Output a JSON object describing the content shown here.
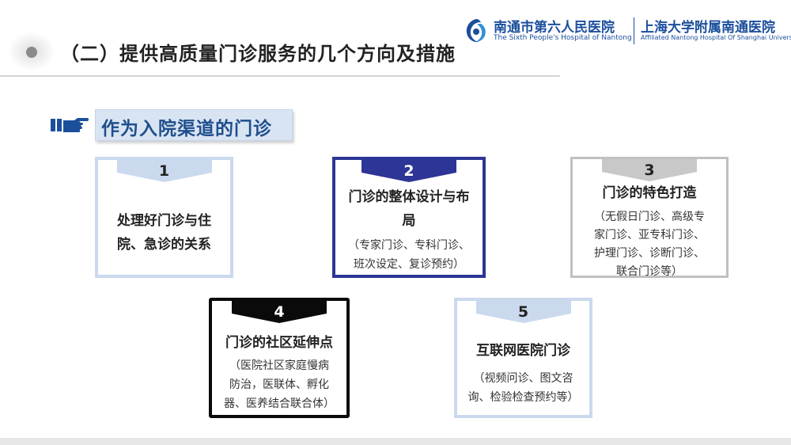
{
  "header": {
    "title": "（二）提供高质量门诊服务的几个方向及措施"
  },
  "logo": {
    "hospital_cn": "南通市第六人民医院",
    "hospital_en": "The Sixth People's Hospital of Nantong",
    "affiliate_cn": "上海大学附属南通医院",
    "affiliate_en": "Affiliated Nantong Hospital Of Shanghai University",
    "brand_color": "#1b4f9c"
  },
  "section": {
    "title": "作为入院渠道的门诊",
    "icon": "pointing-hand-icon"
  },
  "cards": [
    {
      "number": "1",
      "heading_lines": [
        "处理好门诊与住",
        "院、急诊的关系"
      ],
      "desc_lines": []
    },
    {
      "number": "2",
      "heading_lines": [
        "门诊的整体设计与布",
        "局"
      ],
      "desc_lines": [
        "（专家门诊、专科门诊、",
        "班次设定、复诊预约）"
      ]
    },
    {
      "number": "3",
      "heading_lines": [
        "门诊的特色打造"
      ],
      "desc_lines": [
        "（无假日门诊、高级专",
        "家门诊、亚专科门诊、",
        "护理门诊、诊断门诊、",
        "联合门诊等）"
      ]
    },
    {
      "number": "4",
      "heading_lines": [
        "门诊的社区延伸点"
      ],
      "desc_lines": [
        "（医院社区家庭慢病",
        "防治，医联体、孵化",
        "器、医养结合联合体）"
      ]
    },
    {
      "number": "5",
      "heading_lines": [
        "互联网医院门诊"
      ],
      "desc_lines": [
        "（视频问诊、图文咨",
        "询、检验检查预约等）"
      ]
    }
  ],
  "colors": {
    "card1_border": "#cbd9ee",
    "card2_border": "#2d3596",
    "card3_border": "#c0c0c0",
    "card4_border": "#0a0a0a",
    "card5_border": "#cbd9ee",
    "section_fill": "#d9e4f3",
    "section_text": "#1f4e8c"
  }
}
